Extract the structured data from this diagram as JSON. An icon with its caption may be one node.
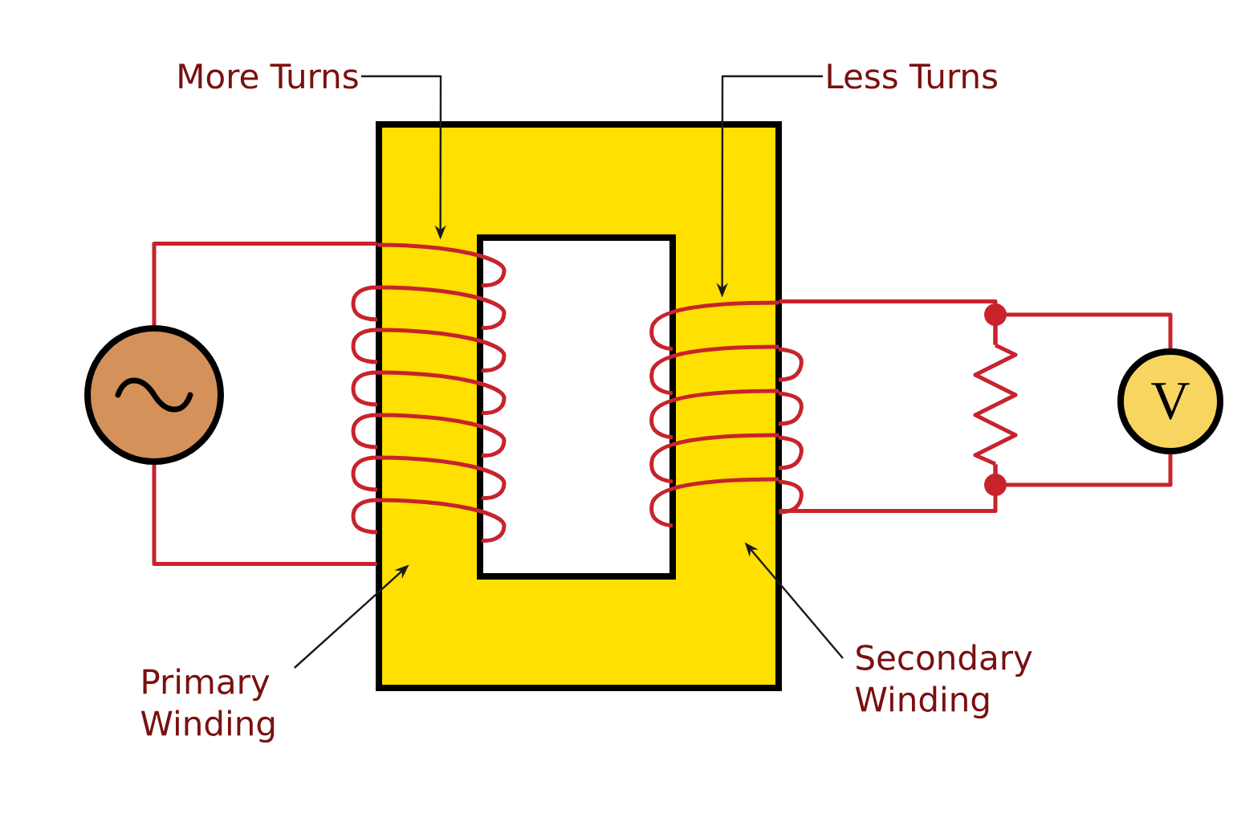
{
  "diagram": {
    "nodes": [
      {
        "text": [
          "More Turns"
        ]
      },
      {
        "text": [
          "Less Turns"
        ]
      },
      {
        "text": [
          "Primary Winding"
        ]
      },
      {
        "text": [
          "Secondary Winding"
        ]
      },
      {
        "text": [],
        "shape": "picture"
      },
      {
        "text": [],
        "shape": "picture"
      },
      {
        "text": [],
        "shape": "circle"
      },
      {
        "text": [
          "V"
        ]
      },
      {
        "text": [],
        "shape": "picture"
      }
    ],
    "edges": [
      {
        "from": 0,
        "to": 4,
        "arrow": "to",
        "color": "#1a1a1a"
      },
      {
        "from": 1,
        "to": 5,
        "arrow": "to",
        "color": "#1a1a1a"
      },
      {
        "from": 2,
        "to": 4,
        "arrow": "to",
        "color": "#1a1a1a"
      },
      {
        "from": 3,
        "to": 5,
        "arrow": "to",
        "color": "#1a1a1a"
      },
      {
        "from": 6,
        "to": 4,
        "arrow": "none"
      },
      {
        "from": 6,
        "to": 4,
        "arrow": "none"
      },
      {
        "from": 5,
        "to": 8,
        "arrow": "none"
      },
      {
        "from": 5,
        "to": 8,
        "arrow": "none"
      },
      {
        "from": 8,
        "to": 7,
        "arrow": "none"
      },
      {
        "from": 8,
        "to": 7,
        "arrow": "none"
      }
    ]
  }
}
